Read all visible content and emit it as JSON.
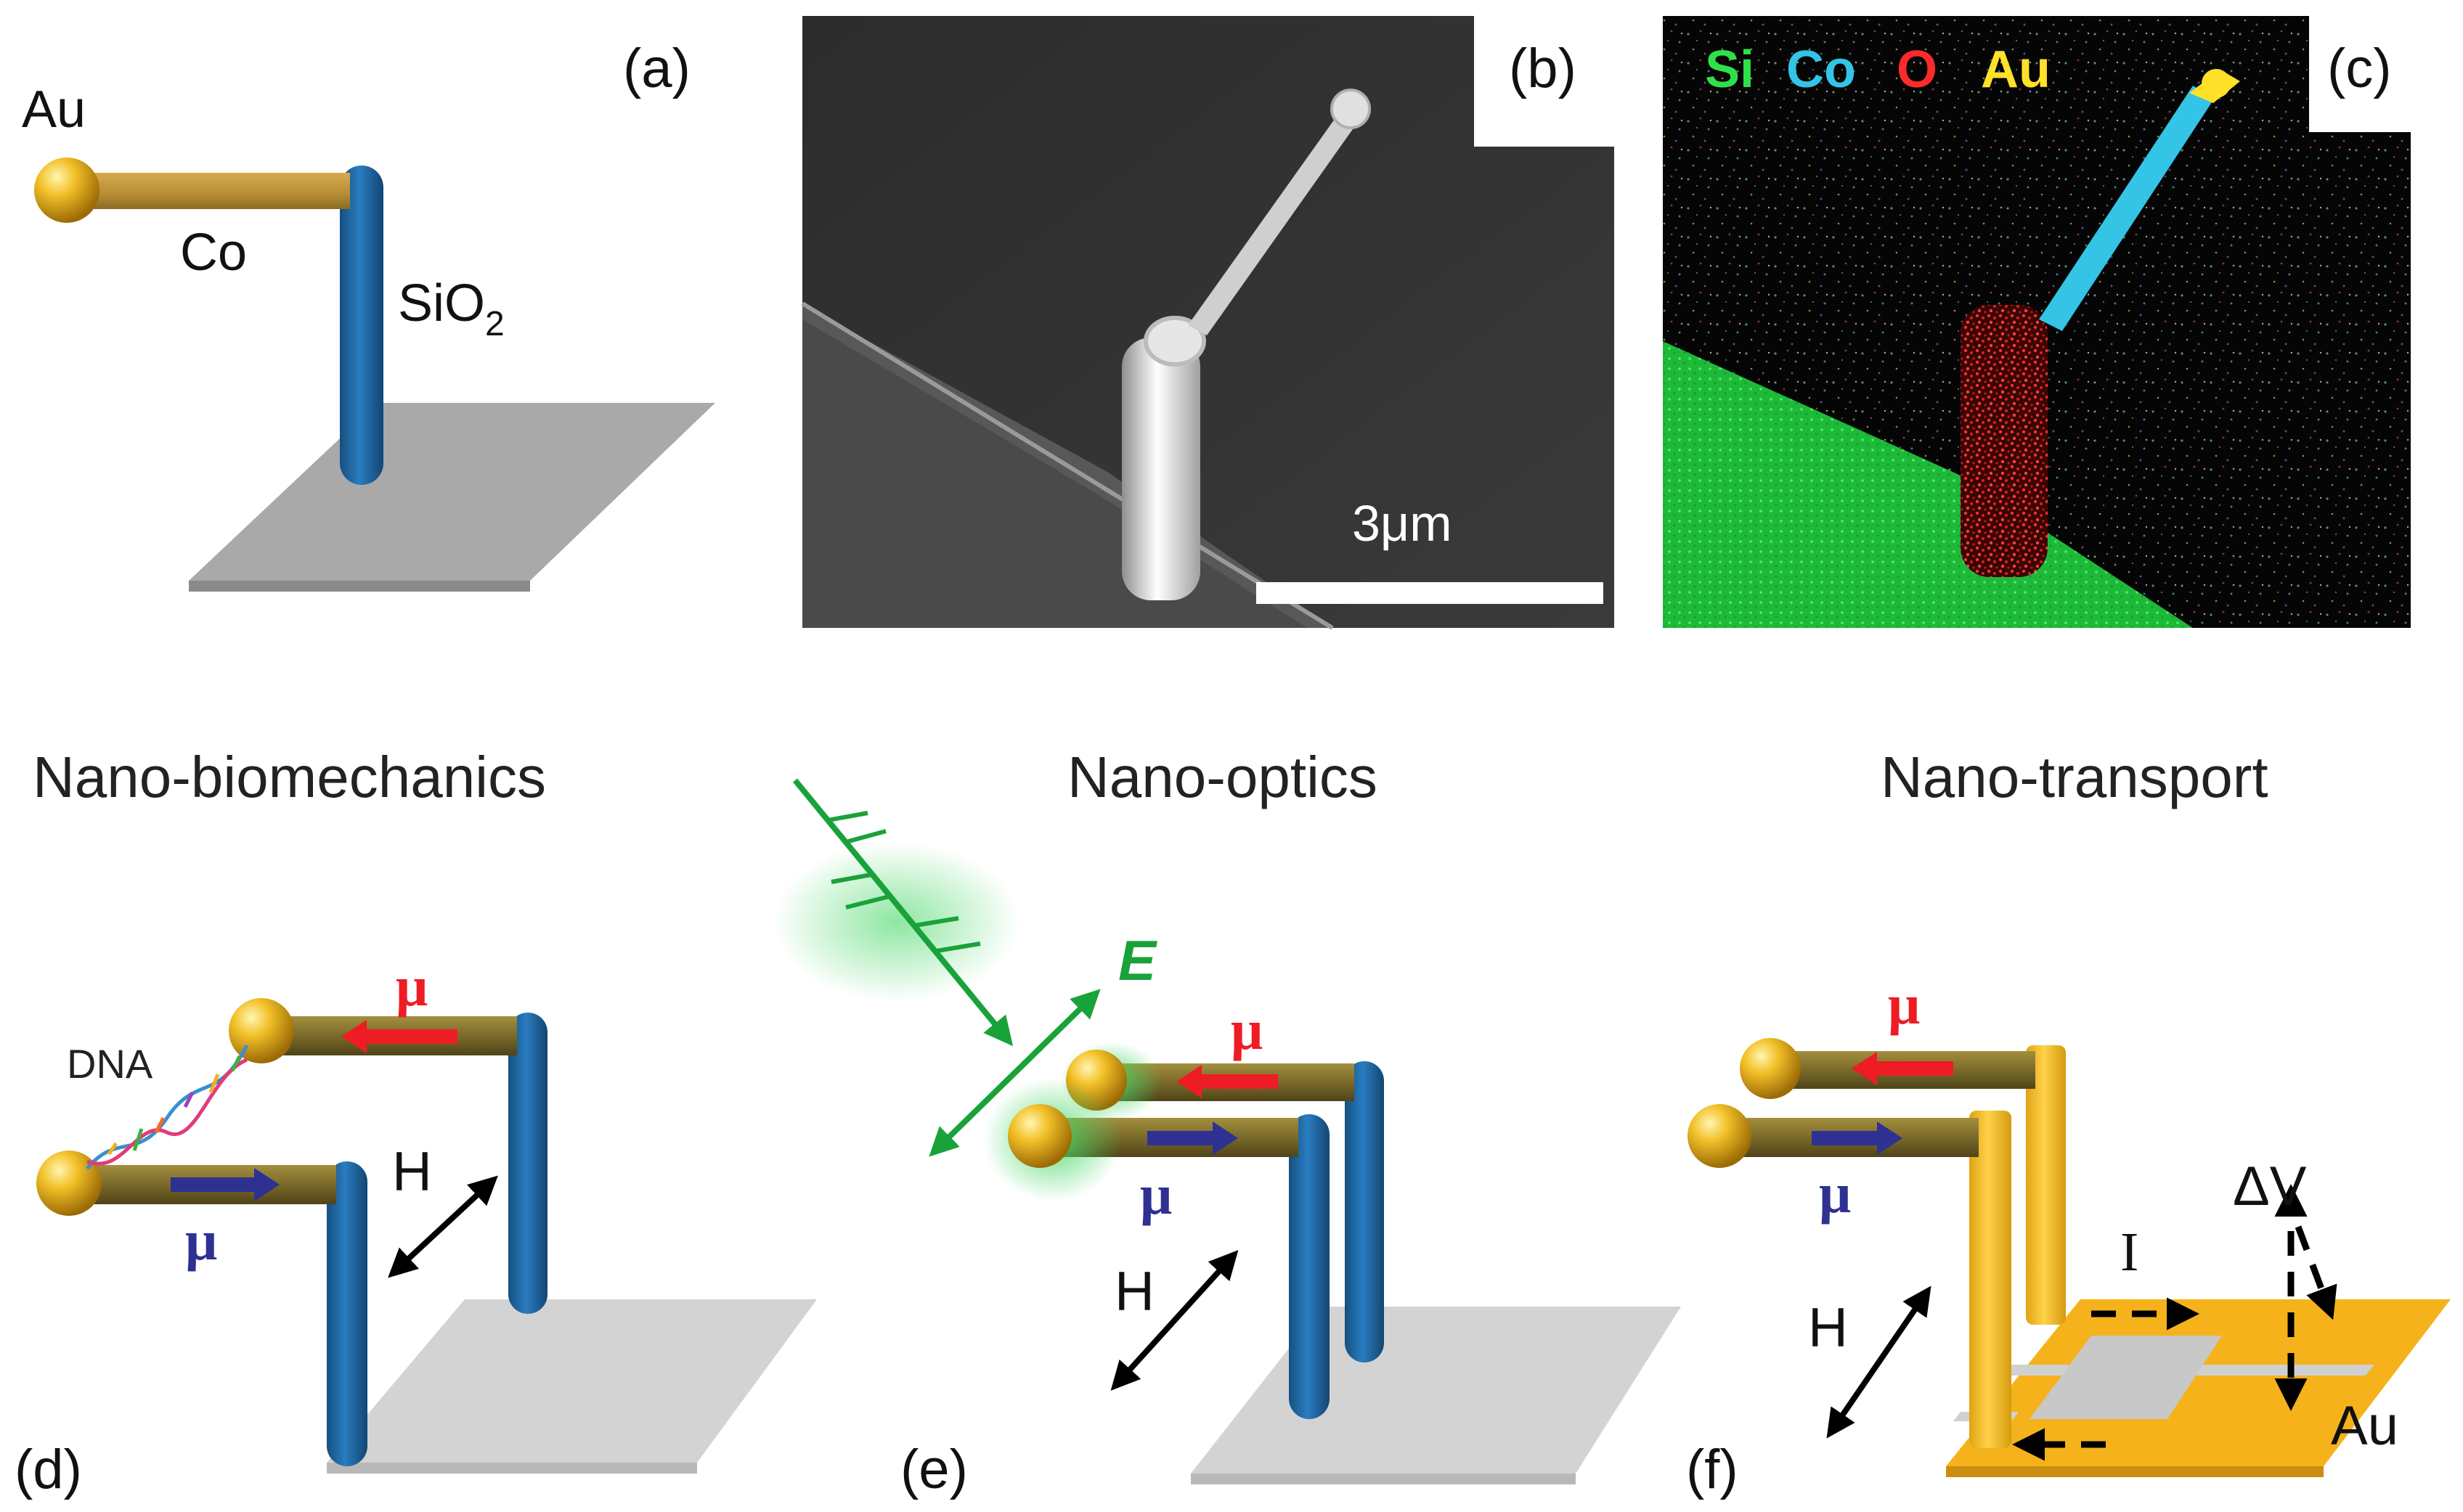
{
  "panels": {
    "a": {
      "tag": "(a)",
      "labels": {
        "gold": "Au",
        "cobalt": "Co",
        "oxide": "SiO",
        "oxide_sub": "2"
      }
    },
    "b": {
      "tag": "(b)",
      "scale_bar": "3μm"
    },
    "c": {
      "tag": "(c)",
      "legend": [
        {
          "text": "Si",
          "color": "#2fe04a"
        },
        {
          "text": "Co",
          "color": "#33c4e6"
        },
        {
          "text": "O",
          "color": "#ff2a2a"
        },
        {
          "text": "Au",
          "color": "#ffe12a"
        }
      ]
    },
    "d": {
      "tag": "(d)",
      "title": "Nano-biomechanics",
      "dna": "DNA",
      "mu": "μ",
      "field": "H"
    },
    "e": {
      "tag": "(e)",
      "title": "Nano-optics",
      "efield": "E",
      "mu": "μ",
      "field": "H"
    },
    "f": {
      "tag": "(f)",
      "title": "Nano-transport",
      "mu": "μ",
      "field": "H",
      "current": "I",
      "voltage": "ΔV",
      "gold": "Au"
    }
  },
  "colors": {
    "pillar": "#1d6aa8",
    "rod": "#7a6a2a",
    "rod_a": "#b58d35",
    "gold_ball": "#e0a915",
    "substrate": "#a9a9a9",
    "mu_red": "#ee1c24",
    "mu_blue": "#2e3192",
    "green": "#1aa23a",
    "yellow_pillar": "#f7c22a",
    "gold_pad": "#f5b21b"
  }
}
